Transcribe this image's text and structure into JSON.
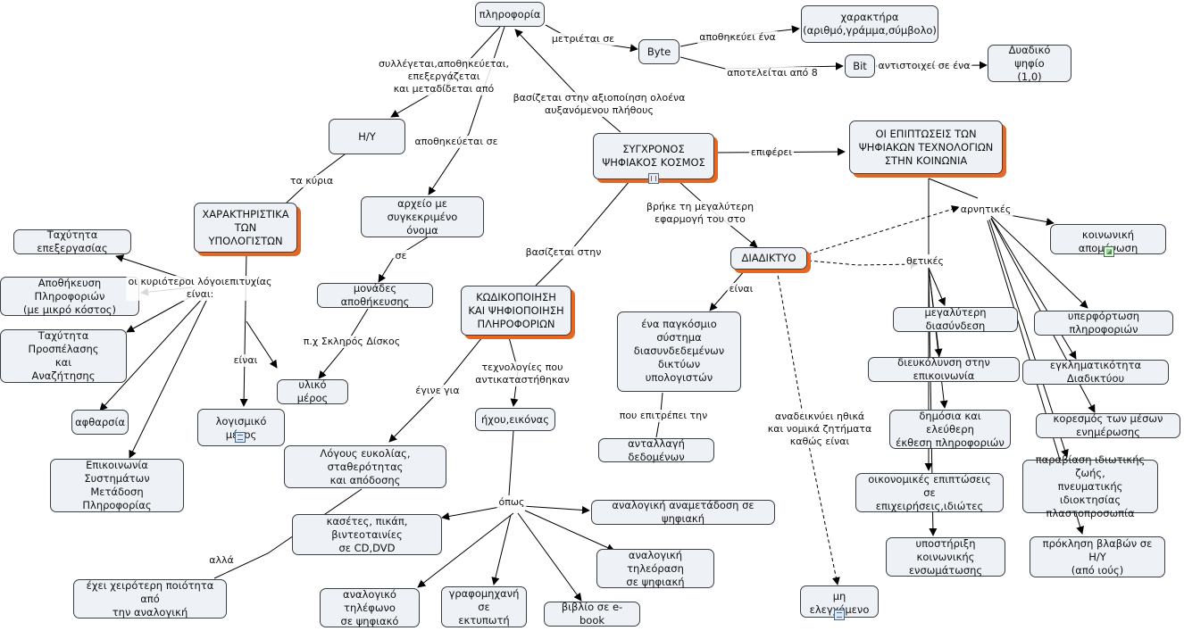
{
  "nodes": {
    "pliroforia": "πληροφορία",
    "byte": "Byte",
    "charaktira": "χαρακτήρα\n(αριθμό,γράμμα,σύμβολο)",
    "bit": "Bit",
    "dyadiko": "Δυαδικό ψηφίο\n(1,0)",
    "hy": "Η/Υ",
    "sygchronos": "ΣΥΓΧΡΟΝΟΣ\nΨΗΦΙΑΚΟΣ ΚΟΣΜΟΣ",
    "epiptoseis": "ΟΙ ΕΠΙΠΤΩΣΕΙΣ ΤΩΝ\nΨΗΦΙΑΚΩΝ ΤΕΧΝΟΛΟΓΙΩΝ\nΣΤΗΝ ΚΟΙΝΩΝΙΑ",
    "charaktiristika": "ΧΑΡΑΚΤΗΡΙΣΤΙΚΑ\nΤΩΝ\nΥΠΟΛΟΓΙΣΤΩΝ",
    "archeio": "αρχείο με συγκεκριμένο\nόνομα",
    "taxytita_epex": "Ταχύτητα επεξεργασίας",
    "apothikeysi": "Αποθήκευση Πληροφοριών\n(με μικρό κόστος)",
    "taxytita_pros": "Ταχύτητα Προσπέλασης\nκαι\nΑναζήτησης",
    "aftharsia": "αφθαρσία",
    "epikoinonia": "Επικοινωνία Συστημάτων\nΜετάδοση Πληροφορίας",
    "monades": "μονάδες αποθήκευσης",
    "ylikо": "υλικό μέρος",
    "logismiko": "λογισμικό μέρος",
    "kodikopoiisi": "ΚΩΔΙΚΟΠΟΙΗΣΗ\nΚΑΙ ΨΗΦΙΟΠΟΙΗΣΗ\nΠΛΗΡΟΦΟΡΙΩΝ",
    "diadiktyo": "ΔΙΑΔΙΚΤΥΟ",
    "pagkosmio": "ένα παγκόσμιο σύστημα\nδιασυνδεδεμένων\nδικτύων υπολογιστών",
    "antallagi": "ανταλλαγή δεδομένων",
    "ichou": "ήχου,εικόνας",
    "logous": "Λόγους ευκολίας, σταθερότητας\nκαι απόδοσης",
    "kasetes": "κασέτες, πικάπ, βιντεοταινίες\nσε CD,DVD",
    "analogiki_anam": "αναλογική αναμετάδοση σε ψηφιακή",
    "analogiki_tile": "αναλογική τηλεόραση\nσε ψηφιακή",
    "analogiko_til": "αναλογικό τηλέφωνο\nσε ψηφιακό",
    "grafomichani": "γραφομηχανή σε\nεκτυπωτή",
    "vivlio": "βιβλίο σε e-book",
    "cheiroteri": "έχει χειρότερη ποιότητα από\nτην αναλογική",
    "mi_elegchomeno": "μη ελεγχόμενο",
    "koinoniki_apom": "κοινωνική απομόνωση",
    "megalyteri": "μεγαλύτερη διασύνδεση",
    "dieykolynsi": "διευκόλυνση στην επικοινωνία",
    "dimosia": "δημόσια και ελεύθερη\nέκθεση πληροφοριών",
    "oikonomikes": "οικονομικές επιπτώσεις σε\nεπιχειρήσεις,ιδιώτες",
    "ypostirixi": "υποστήριξη κοινωνικής\nενσωμάτωσης",
    "yperfortosi": "υπερφόρτωση πληροφοριών",
    "egklimatikotita": "εγκληματικότητα Διαδικτύου",
    "koresmos": "κορεσμός των μέσων ενημέρωσης",
    "paraviasi": "παραβίαση ιδιωτικής ζωής,\nπνευματικής ιδιοκτησίας\nπλαστοπροσωπία",
    "provlepsi": "πρόκληση βλαβών σε Η/Υ\n(από ιούς)"
  },
  "labels": {
    "metrietai": "μετριέται σε",
    "apothikeyei": "αποθηκεύει ένα",
    "apoteleitai": "αποτελείται από 8",
    "antistoichei": "αντιστοιχεί σε ένα",
    "syllegetai": "συλλέγεται,αποθηκεύεται,\nεπεξεργάζεται\nκαι μεταδίδεται από",
    "vasizetai_axiopoiisi": "βασίζεται στην αξιοποίηση ολοένα\nαυξανόμενου πλήθους",
    "apothikeyetai": "αποθηκεύεται σε",
    "epiferei": "επιφέρει",
    "ta_kyria": "τα κύρια",
    "vrike": "βρήκε τη μεγαλύτερη\nεφαρμογή του στο",
    "vasizetai_stin": "βασίζεται στην",
    "arnitikes": "αρνητικές",
    "thetikes": "θετικές",
    "se": "σε",
    "oi_kyrioteroi": "οι κυριότεροι λόγοιεπιτυχίας\nείναι:",
    "einai_hy": "είναι",
    "px": "π.χ Σκληρός Δίσκος",
    "einai_diad": "είναι",
    "texnologies": "τεχνολογίες που\nαντικαταστήθηκαν",
    "egine_gia": "έγινε για",
    "pou_epitrepei": "που επιτρέπει την",
    "anadeiknyei": "αναδεικνύει ηθικά\nκαι νομικά ζητήματα\nκαθώς είναι",
    "opos": "όπως",
    "alla": "αλλά"
  },
  "icons": [
    "film-icon",
    "image-icon",
    "note-icon"
  ],
  "colors": {
    "node_fill": "#eef2f6",
    "highlight_shadow": "#e8661f",
    "line": "#000000"
  }
}
